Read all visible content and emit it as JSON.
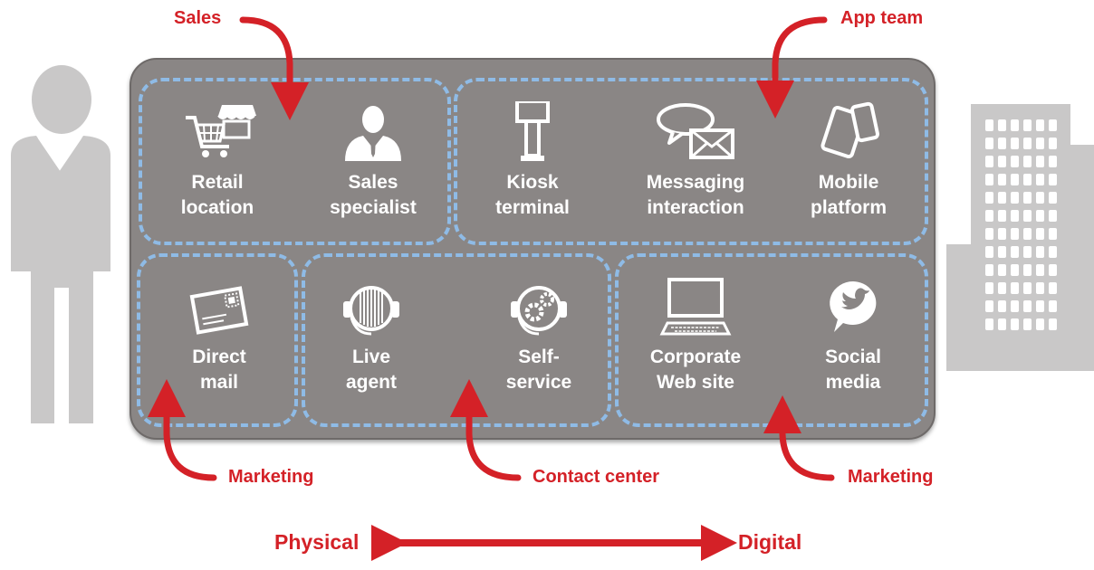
{
  "colors": {
    "accent": "#d42127",
    "board": "#8a8685",
    "dash": "#8fbbe6",
    "person": "#c9c8c8"
  },
  "teams": {
    "sales": "Sales",
    "app_team": "App team",
    "marketing_left": "Marketing",
    "contact_center": "Contact center",
    "marketing_right": "Marketing"
  },
  "channels": {
    "retail": {
      "label": "Retail\nlocation",
      "icon": "shopping-cart-storefront-icon"
    },
    "sales_specialist": {
      "label": "Sales\nspecialist",
      "icon": "businessman-icon"
    },
    "kiosk": {
      "label": "Kiosk\nterminal",
      "icon": "kiosk-icon"
    },
    "messaging": {
      "label": "Messaging\ninteraction",
      "icon": "speech-bubble-envelope-icon"
    },
    "mobile": {
      "label": "Mobile\nplatform",
      "icon": "tablet-phone-icon"
    },
    "direct_mail": {
      "label": "Direct\nmail",
      "icon": "postcard-icon"
    },
    "live_agent": {
      "label": "Live\nagent",
      "icon": "headset-agent-icon"
    },
    "self_service": {
      "label": "Self-\nservice",
      "icon": "headset-gears-icon"
    },
    "web": {
      "label": "Corporate\nWeb site",
      "icon": "computer-monitor-icon"
    },
    "social": {
      "label": "Social\nmedia",
      "icon": "social-bird-bubble-icon"
    }
  },
  "axis": {
    "left": "Physical",
    "right": "Digital"
  }
}
